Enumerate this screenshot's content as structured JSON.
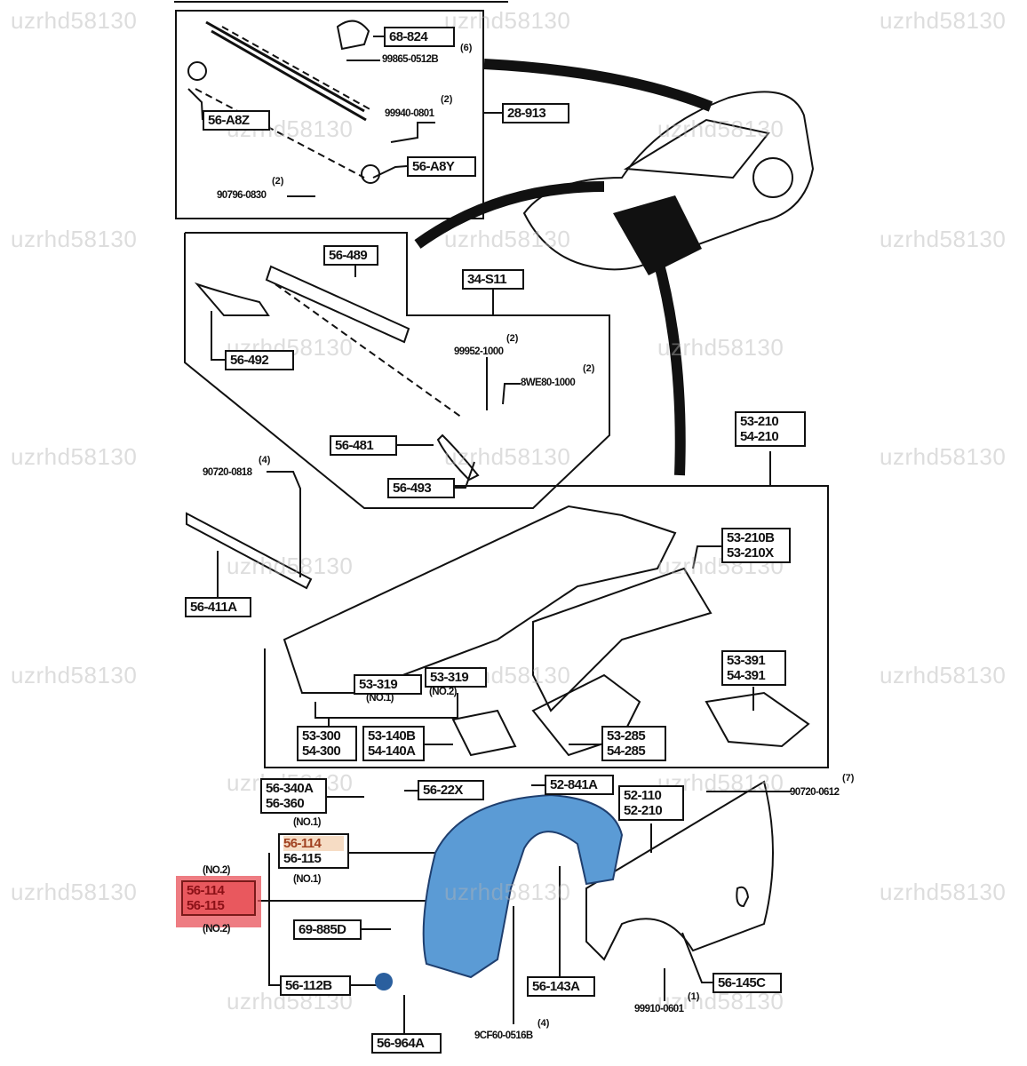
{
  "watermark": "uzrhd58130",
  "colors": {
    "liner_blue": "#5b9bd5",
    "highlight_red": "#e9585e",
    "highlight_orange": "#f6dcc4"
  },
  "labels": {
    "l68_824": "68-824",
    "l99865": "99865-0512B",
    "q99865": "(6)",
    "l56_a8z": "56-A8Z",
    "l99940": "99940-0801",
    "q99940": "(2)",
    "l28_913": "28-913",
    "l56_a8y": "56-A8Y",
    "l90796": "90796-0830",
    "q90796": "(2)",
    "l56_489": "56-489",
    "l34_s11": "34-S11",
    "l56_492": "56-492",
    "l99952": "99952-1000",
    "q99952": "(2)",
    "l8we80": "8WE80-1000",
    "q8we80": "(2)",
    "l56_481": "56-481",
    "l90720_0818": "90720-0818",
    "q90720_0818": "(4)",
    "l56_493": "56-493",
    "l53_210": "53-210",
    "l54_210": "54-210",
    "l56_411a": "56-411A",
    "l53_210b": "53-210B",
    "l53_210x": "53-210X",
    "l53_319a": "53-319",
    "n53_319a": "(NO.1)",
    "l53_319b": "53-319",
    "n53_319b": "(NO.2)",
    "l53_391": "53-391",
    "l54_391": "54-391",
    "l53_300": "53-300",
    "l54_300": "54-300",
    "l53_140b": "53-140B",
    "l54_140a": "54-140A",
    "l53_285": "53-285",
    "l54_285": "54-285",
    "l56_340a": "56-340A",
    "l56_360": "56-360",
    "n_no1_top": "(NO.1)",
    "l56_22x": "56-22X",
    "l52_841a": "52-841A",
    "l52_110": "52-110",
    "l52_210": "52-210",
    "l90720_0612": "90720-0612",
    "q90720_0612": "(7)",
    "l56_114_no1": "56-114",
    "l56_115_no1": "56-115",
    "n_no1_bottom": "(NO.1)",
    "n_no2_top": "(NO.2)",
    "l56_114_no2": "56-114",
    "l56_115_no2": "56-115",
    "n_no2_bottom": "(NO.2)",
    "l69_885d": "69-885D",
    "l56_112b": "56-112B",
    "l56_143a": "56-143A",
    "l56_145c": "56-145C",
    "l99910": "99910-0601",
    "q99910": "(1)",
    "l9cf60": "9CF60-0516B",
    "q9cf60": "(4)",
    "l56_964a": "56-964A"
  }
}
